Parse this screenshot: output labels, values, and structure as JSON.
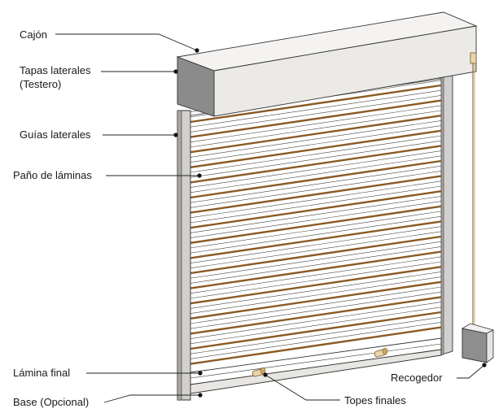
{
  "labels": {
    "cajon": "Cajón",
    "tapas_line1": "Tapas laterales",
    "tapas_line2": "(Testero)",
    "guias": "Guías laterales",
    "pano": "Paño de láminas",
    "lamina_final": "Lámina final",
    "base": "Base (Opcional)",
    "recogedor": "Recogedor",
    "topes": "Topes finales"
  },
  "colors": {
    "slat_brown": "#8a5a24",
    "frame_gray": "#d2d0cd",
    "box_side_dark": "#8b8b8b",
    "box_face": "#ececea",
    "outline": "#333333"
  }
}
